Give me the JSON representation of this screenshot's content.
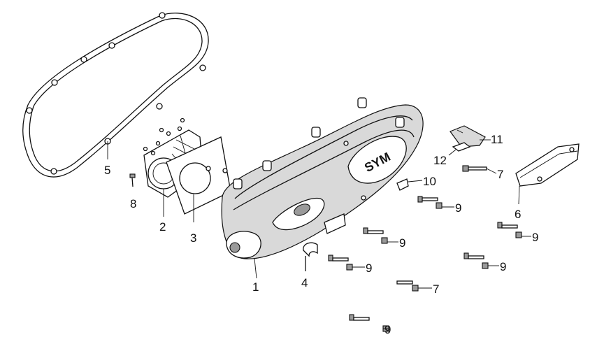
{
  "labels": {
    "p1": "1",
    "p2": "2",
    "p3": "3",
    "p4": "4",
    "p5": "5",
    "p6": "6",
    "p7a": "7",
    "p7b": "7",
    "p8": "8",
    "p9a": "9",
    "p9b": "9",
    "p9c": "9",
    "p9d": "9",
    "p9e": "9",
    "p9f": "9",
    "p10": "10",
    "p11": "11",
    "p12": "12"
  },
  "logo_text": "SYM",
  "colors": {
    "line": "#111111",
    "shade": "#d9d9d9",
    "background": "#ffffff"
  }
}
